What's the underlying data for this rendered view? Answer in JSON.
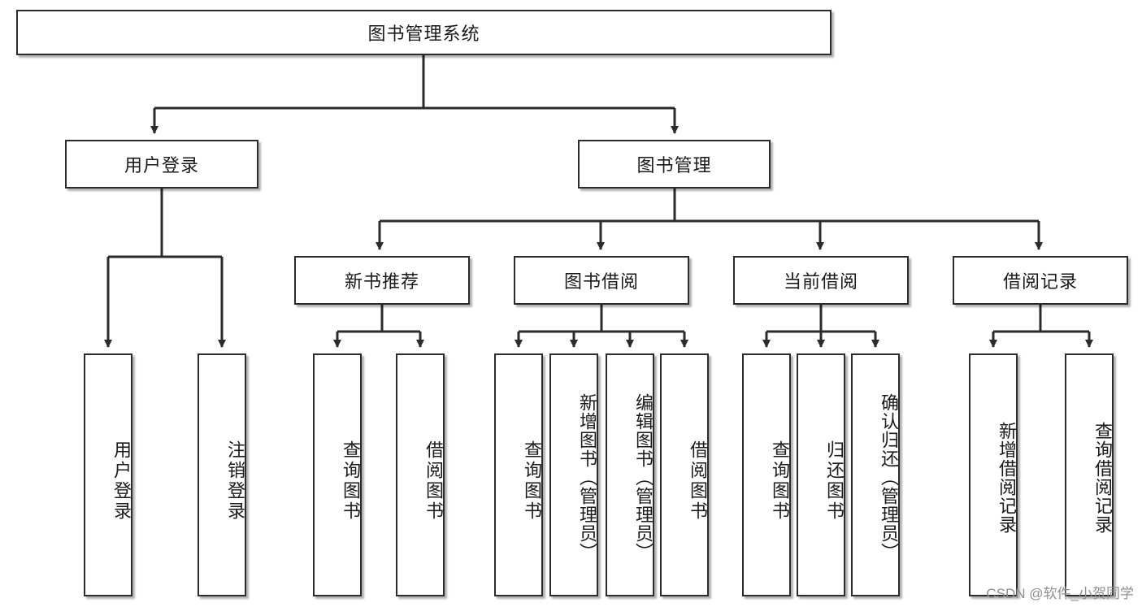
{
  "diagram": {
    "title": "图书管理系统",
    "root": {
      "label": "图书管理系统"
    },
    "level1": [
      {
        "label": "用户登录"
      },
      {
        "label": "图书管理"
      }
    ],
    "level2": [
      {
        "label": "新书推荐"
      },
      {
        "label": "图书借阅"
      },
      {
        "label": "当前借阅"
      },
      {
        "label": "借阅记录"
      }
    ],
    "leaves": {
      "user_login": [
        {
          "label": "用户登录"
        },
        {
          "label": "注销登录"
        }
      ],
      "new_book_recommend": [
        {
          "label": "查询图书"
        },
        {
          "label": "借阅图书"
        }
      ],
      "book_borrow": [
        {
          "label": "查询图书"
        },
        {
          "label": "新增图书（管理员）"
        },
        {
          "label": "编辑图书（管理员）"
        },
        {
          "label": "借阅图书"
        }
      ],
      "current_borrow": [
        {
          "label": "查询图书"
        },
        {
          "label": "归还图书"
        },
        {
          "label": "确认归还（管理员）"
        }
      ],
      "borrow_record": [
        {
          "label": "新增借阅记录"
        },
        {
          "label": "查询借阅记录"
        }
      ]
    }
  },
  "watermark": {
    "text": "CSDN @软件_小贺同学"
  },
  "colors": {
    "stroke": "#2b2b2b",
    "fill": "#ffffff",
    "text": "#1a1a1a",
    "watermark": "#8f8f8f"
  }
}
